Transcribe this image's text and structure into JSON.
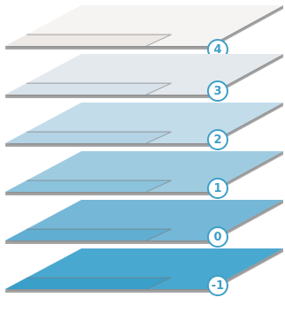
{
  "layers": [
    {
      "id": "top",
      "label": "4",
      "front": "#ece9e6",
      "back": "#f6f4f2"
    },
    {
      "id": "l3",
      "label": "3",
      "front": "#d8e2ea",
      "back": "#e4e9ee"
    },
    {
      "id": "l2",
      "label": "2",
      "front": "#b4d3e5",
      "back": "#c3dcea"
    },
    {
      "id": "l1",
      "label": "1",
      "front": "#8cc3dc",
      "back": "#9fcbe0"
    },
    {
      "id": "l0",
      "label": "0",
      "front": "#60aed2",
      "back": "#74b7d7"
    },
    {
      "id": "lm1",
      "label": "-1",
      "front": "#3a9fc9",
      "back": "#4aa8d0"
    }
  ],
  "colors": {
    "edge": "#a9a9a9",
    "badge_ring": "#ffffff",
    "badge_fill": "#ffffff",
    "badge_text": "#3f9fc6"
  }
}
